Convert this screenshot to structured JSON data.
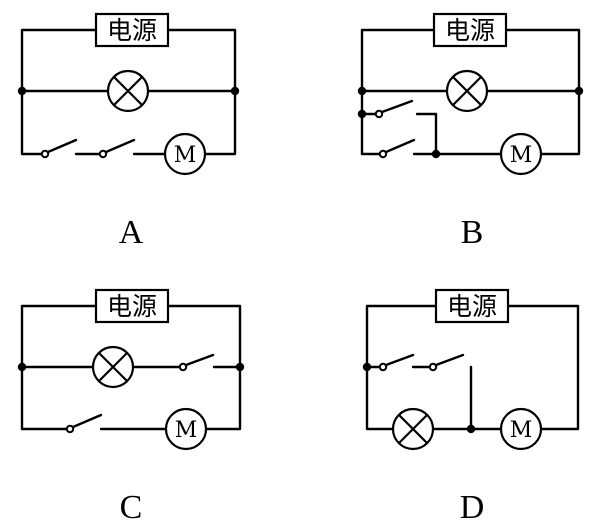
{
  "power_label": "电源",
  "motor_label": "M",
  "options": [
    {
      "letter": "A"
    },
    {
      "letter": "B"
    },
    {
      "letter": "C"
    },
    {
      "letter": "D"
    }
  ]
}
